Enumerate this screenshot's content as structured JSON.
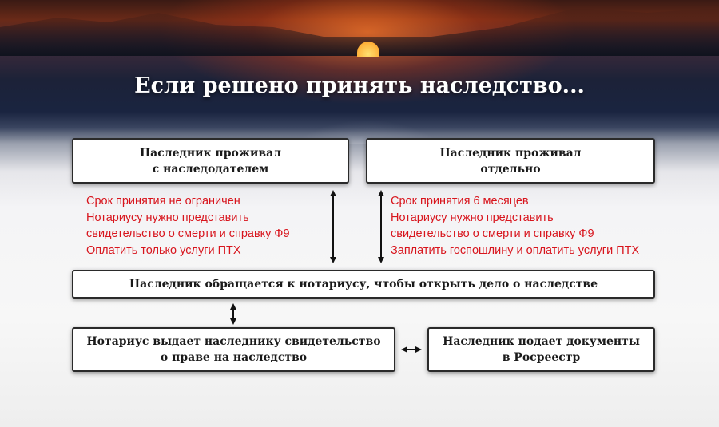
{
  "title": "Если решено принять наследство...",
  "box_left": {
    "line1": "Наследник проживал",
    "line2": "с наследодателем"
  },
  "box_right": {
    "line1": "Наследник проживал",
    "line2": "отдельно"
  },
  "left_notes": [
    "Срок принятия не ограничен",
    "Нотариусу нужно представить",
    "свидетельство о смерти и справку Ф9",
    "Оплатить только услуги ПТХ"
  ],
  "right_notes": [
    "Срок принятия 6 месяцев",
    "Нотариусу нужно представить",
    "свидетельство о смерти и справку Ф9",
    "Заплатить госпошлину и оплатить услуги ПТХ"
  ],
  "box_notary": "Наследник обращается к нотариусу, чтобы открыть дело о наследстве",
  "box_certificate": {
    "line1": "Нотариус выдает наследнику свидетельство",
    "line2": "о праве на наследство"
  },
  "box_rosreestr": {
    "line1": "Наследник подает документы",
    "line2": "в Росреестр"
  }
}
